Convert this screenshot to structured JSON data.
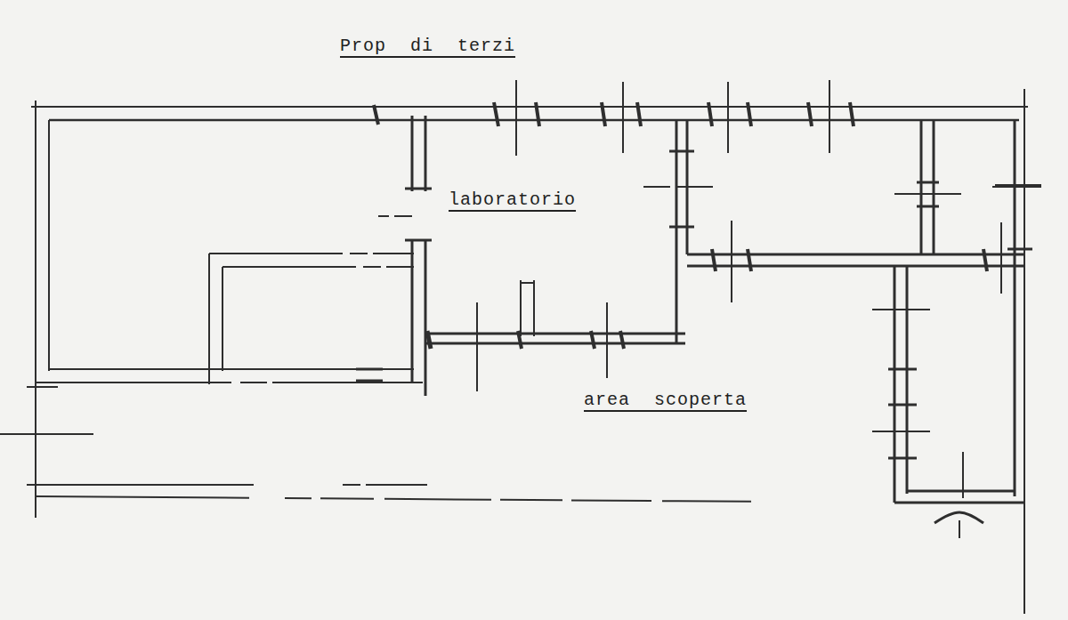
{
  "diagram": {
    "labels": [
      "Prop di terzi",
      "laboratorio",
      "area scoperta"
    ]
  }
}
